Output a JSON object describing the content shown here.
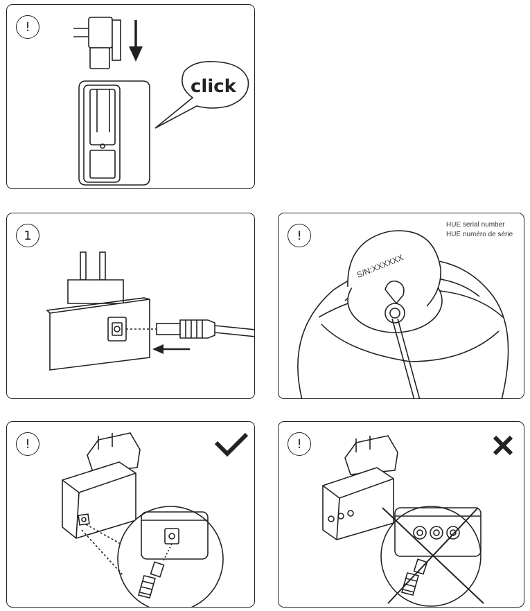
{
  "panels": {
    "p1": {
      "badge": "!",
      "callout": "click"
    },
    "p2": {
      "badge": "1"
    },
    "p3": {
      "badge": "!",
      "serial_label_en": "HUE serial number",
      "serial_label_fr": "HUE numéro de série",
      "serial_text": "S/N:XXXXXX"
    },
    "p4": {
      "badge": "!",
      "mark": "check-icon"
    },
    "p5": {
      "badge": "!",
      "mark": "cross-icon"
    }
  },
  "colors": {
    "line": "#222222",
    "background": "#ffffff"
  }
}
